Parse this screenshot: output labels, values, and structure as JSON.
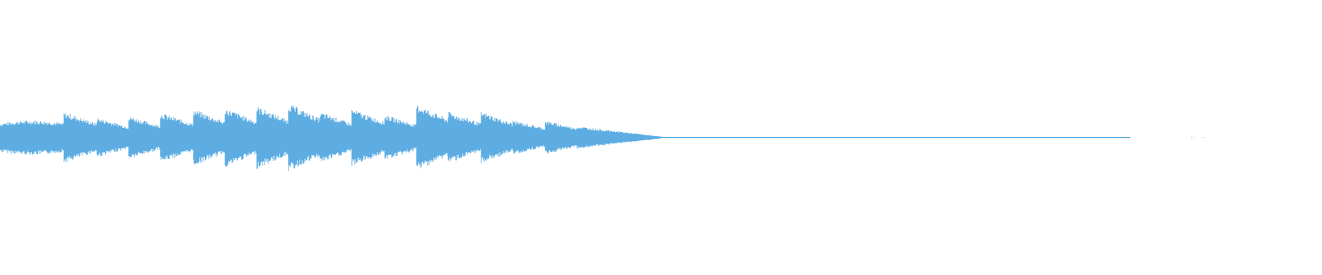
{
  "waveform": {
    "color": "#5DADE2",
    "background": "#ffffff",
    "note_onsets_fraction": [
      0.0,
      0.048,
      0.073,
      0.097,
      0.121,
      0.146,
      0.17,
      0.194,
      0.218,
      0.242,
      0.266,
      0.291,
      0.315,
      0.339,
      0.364,
      0.388,
      0.412,
      0.436
    ],
    "note_peak_amplitude": [
      0.3,
      0.45,
      0.35,
      0.38,
      0.44,
      0.5,
      0.52,
      0.55,
      0.6,
      0.45,
      0.5,
      0.4,
      0.58,
      0.45,
      0.45,
      0.3,
      0.3,
      0.2
    ],
    "tail_end_fraction": 0.855,
    "tail_amplitude": 0.012,
    "stray_marks_fraction": [
      0.901,
      0.909
    ]
  }
}
